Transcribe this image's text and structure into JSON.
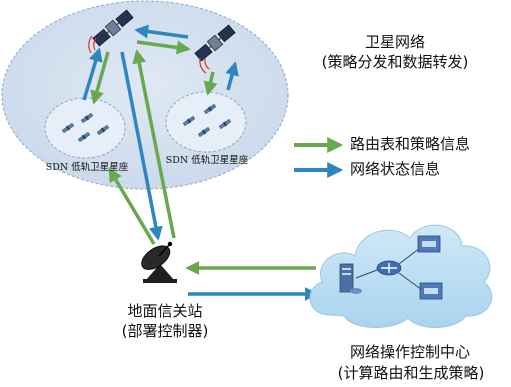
{
  "satellite_network": {
    "title": "卫星网络",
    "subtitle": "(策略分发和数据转发)",
    "constellation_left": "SDN 低轨卫星星座",
    "constellation_right": "SDN 低轨卫星星座"
  },
  "legend": {
    "green_label": "路由表和策略信息",
    "blue_label": "网络状态信息",
    "green_color": "#6aa84f",
    "blue_color": "#2e86c1"
  },
  "ground_station": {
    "title": "地面信关站",
    "subtitle": "(部署控制器)"
  },
  "control_center": {
    "title": "网络操作控制中心",
    "subtitle": "(计算路由和生成策略)"
  }
}
